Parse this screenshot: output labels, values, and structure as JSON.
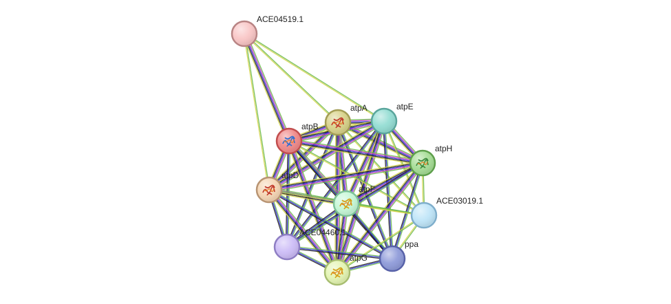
{
  "nodes": [
    {
      "id": "ACE04519.1",
      "label": "ACE04519.1",
      "color": "#f9c6c6",
      "stroke": "#b88484",
      "structure": false
    },
    {
      "id": "atpA",
      "label": "atpA",
      "color": "#d8d28a",
      "stroke": "#a39d55",
      "structure": true
    },
    {
      "id": "atpE",
      "label": "atpE",
      "color": "#94ddd3",
      "stroke": "#5aa59c",
      "structure": false
    },
    {
      "id": "atpB",
      "label": "atpB",
      "color": "#f08a8a",
      "stroke": "#c14e4e",
      "structure": true
    },
    {
      "id": "atpH",
      "label": "atpH",
      "color": "#a6dd96",
      "stroke": "#5e9f4c",
      "structure": true
    },
    {
      "id": "atpD",
      "label": "atpD",
      "color": "#f5d6b5",
      "stroke": "#b89473",
      "structure": true
    },
    {
      "id": "atpF",
      "label": "atpF",
      "color": "#c5f7d6",
      "stroke": "#7cc197",
      "structure": true
    },
    {
      "id": "ACE03019.1",
      "label": "ACE03019.1",
      "color": "#bfe5f8",
      "stroke": "#7faecb",
      "structure": false
    },
    {
      "id": "ACE04460.1",
      "label": "ACE04460.1",
      "color": "#cdbdf7",
      "stroke": "#8e7ec3",
      "structure": false
    },
    {
      "id": "ppa",
      "label": "ppa",
      "color": "#8f9bd9",
      "stroke": "#5862a8",
      "structure": false
    },
    {
      "id": "atpG",
      "label": "atpG",
      "color": "#e4f5b3",
      "stroke": "#a7bd70",
      "structure": true
    }
  ],
  "edges": [
    {
      "source": "ACE04519.1",
      "target": "atpA",
      "colors": [
        "#6dbb4f",
        "#d4d44a"
      ]
    },
    {
      "source": "ACE04519.1",
      "target": "atpE",
      "colors": [
        "#6dbb4f",
        "#d4d44a"
      ]
    },
    {
      "source": "ACE04519.1",
      "target": "atpB",
      "colors": [
        "#6dbb4f",
        "#c53dc5",
        "#2b2bd0",
        "#1e1e1e",
        "#d4d44a"
      ]
    },
    {
      "source": "ACE04519.1",
      "target": "atpD",
      "colors": [
        "#6dbb4f",
        "#d4d44a"
      ]
    },
    {
      "source": "atpA",
      "target": "atpE",
      "colors": [
        "#6dbb4f",
        "#c53dc5",
        "#2b2bd0",
        "#1e1e1e",
        "#d4d44a"
      ]
    },
    {
      "source": "atpA",
      "target": "atpB",
      "colors": [
        "#6dbb4f",
        "#c53dc5",
        "#2b2bd0",
        "#1e1e1e",
        "#d4d44a"
      ]
    },
    {
      "source": "atpA",
      "target": "atpH",
      "colors": [
        "#6dbb4f",
        "#c53dc5",
        "#2b2bd0",
        "#1e1e1e",
        "#d4d44a"
      ]
    },
    {
      "source": "atpA",
      "target": "atpD",
      "colors": [
        "#6dbb4f",
        "#c53dc5",
        "#2b2bd0",
        "#1e1e1e",
        "#d4d44a"
      ]
    },
    {
      "source": "atpA",
      "target": "atpF",
      "colors": [
        "#6dbb4f",
        "#c53dc5",
        "#2b2bd0",
        "#1e1e1e",
        "#d4d44a"
      ]
    },
    {
      "source": "atpA",
      "target": "ACE03019.1",
      "colors": [
        "#6dbb4f",
        "#d4d44a"
      ]
    },
    {
      "source": "atpA",
      "target": "ACE04460.1",
      "colors": [
        "#6dbb4f",
        "#2b2bd0",
        "#1e1e1e"
      ]
    },
    {
      "source": "atpA",
      "target": "ppa",
      "colors": [
        "#6dbb4f",
        "#2b2bd0",
        "#1e1e1e"
      ]
    },
    {
      "source": "atpA",
      "target": "atpG",
      "colors": [
        "#6dbb4f",
        "#c53dc5",
        "#2b2bd0",
        "#1e1e1e",
        "#d4d44a"
      ]
    },
    {
      "source": "atpE",
      "target": "atpB",
      "colors": [
        "#6dbb4f",
        "#c53dc5",
        "#2b2bd0",
        "#1e1e1e",
        "#d4d44a"
      ]
    },
    {
      "source": "atpE",
      "target": "atpH",
      "colors": [
        "#6dbb4f",
        "#c53dc5",
        "#2b2bd0",
        "#1e1e1e",
        "#d4d44a"
      ]
    },
    {
      "source": "atpE",
      "target": "atpD",
      "colors": [
        "#6dbb4f",
        "#c53dc5",
        "#2b2bd0",
        "#1e1e1e",
        "#d4d44a"
      ]
    },
    {
      "source": "atpE",
      "target": "atpF",
      "colors": [
        "#6dbb4f",
        "#c53dc5",
        "#2b2bd0",
        "#1e1e1e",
        "#d4d44a"
      ]
    },
    {
      "source": "atpE",
      "target": "ACE03019.1",
      "colors": [
        "#6dbb4f",
        "#d4d44a"
      ]
    },
    {
      "source": "atpE",
      "target": "ACE04460.1",
      "colors": [
        "#6dbb4f",
        "#2b2bd0",
        "#1e1e1e"
      ]
    },
    {
      "source": "atpE",
      "target": "ppa",
      "colors": [
        "#6dbb4f",
        "#2b2bd0",
        "#1e1e1e"
      ]
    },
    {
      "source": "atpE",
      "target": "atpG",
      "colors": [
        "#6dbb4f",
        "#c53dc5",
        "#2b2bd0",
        "#1e1e1e",
        "#d4d44a"
      ]
    },
    {
      "source": "atpB",
      "target": "atpH",
      "colors": [
        "#6dbb4f",
        "#c53dc5",
        "#2b2bd0",
        "#1e1e1e",
        "#d4d44a"
      ]
    },
    {
      "source": "atpB",
      "target": "atpD",
      "colors": [
        "#6dbb4f",
        "#c53dc5",
        "#2b2bd0",
        "#1e1e1e",
        "#d4d44a"
      ]
    },
    {
      "source": "atpB",
      "target": "atpF",
      "colors": [
        "#6dbb4f",
        "#c53dc5",
        "#2b2bd0",
        "#1e1e1e",
        "#d4d44a"
      ]
    },
    {
      "source": "atpB",
      "target": "ACE03019.1",
      "colors": [
        "#6dbb4f",
        "#d4d44a"
      ]
    },
    {
      "source": "atpB",
      "target": "ACE04460.1",
      "colors": [
        "#6dbb4f",
        "#2b2bd0",
        "#1e1e1e"
      ]
    },
    {
      "source": "atpB",
      "target": "ppa",
      "colors": [
        "#6dbb4f",
        "#2b2bd0",
        "#1e1e1e"
      ]
    },
    {
      "source": "atpB",
      "target": "atpG",
      "colors": [
        "#6dbb4f",
        "#c53dc5",
        "#2b2bd0",
        "#1e1e1e",
        "#d4d44a"
      ]
    },
    {
      "source": "atpH",
      "target": "atpD",
      "colors": [
        "#6dbb4f",
        "#c53dc5",
        "#2b2bd0",
        "#1e1e1e",
        "#d4d44a"
      ]
    },
    {
      "source": "atpH",
      "target": "atpF",
      "colors": [
        "#6dbb4f",
        "#c53dc5",
        "#2b2bd0",
        "#1e1e1e",
        "#d4d44a"
      ]
    },
    {
      "source": "atpH",
      "target": "ACE03019.1",
      "colors": [
        "#6dbb4f",
        "#d4d44a"
      ]
    },
    {
      "source": "atpH",
      "target": "ACE04460.1",
      "colors": [
        "#6dbb4f",
        "#2b2bd0",
        "#1e1e1e"
      ]
    },
    {
      "source": "atpH",
      "target": "ppa",
      "colors": [
        "#6dbb4f",
        "#2b2bd0",
        "#1e1e1e"
      ]
    },
    {
      "source": "atpH",
      "target": "atpG",
      "colors": [
        "#6dbb4f",
        "#c53dc5",
        "#2b2bd0",
        "#1e1e1e",
        "#d4d44a"
      ]
    },
    {
      "source": "atpD",
      "target": "atpF",
      "colors": [
        "#6dbb4f",
        "#c53dc5",
        "#2b2bd0",
        "#1e1e1e",
        "#d4d44a"
      ]
    },
    {
      "source": "atpD",
      "target": "ACE03019.1",
      "colors": [
        "#6dbb4f",
        "#d4d44a"
      ]
    },
    {
      "source": "atpD",
      "target": "ACE04460.1",
      "colors": [
        "#6dbb4f",
        "#2b2bd0",
        "#1e1e1e"
      ]
    },
    {
      "source": "atpD",
      "target": "ppa",
      "colors": [
        "#6dbb4f",
        "#2b2bd0",
        "#1e1e1e"
      ]
    },
    {
      "source": "atpD",
      "target": "atpG",
      "colors": [
        "#6dbb4f",
        "#c53dc5",
        "#2b2bd0",
        "#1e1e1e",
        "#d4d44a"
      ]
    },
    {
      "source": "atpF",
      "target": "ACE03019.1",
      "colors": [
        "#6dbb4f",
        "#d4d44a"
      ]
    },
    {
      "source": "atpF",
      "target": "ACE04460.1",
      "colors": [
        "#6dbb4f",
        "#2b2bd0",
        "#1e1e1e"
      ]
    },
    {
      "source": "atpF",
      "target": "ppa",
      "colors": [
        "#6dbb4f",
        "#2b2bd0",
        "#1e1e1e"
      ]
    },
    {
      "source": "atpF",
      "target": "atpG",
      "colors": [
        "#6dbb4f",
        "#c53dc5",
        "#2b2bd0",
        "#1e1e1e",
        "#d4d44a"
      ]
    },
    {
      "source": "ACE03019.1",
      "target": "ppa",
      "colors": [
        "#6dbb4f",
        "#d4d44a"
      ]
    },
    {
      "source": "ACE03019.1",
      "target": "atpG",
      "colors": [
        "#6dbb4f",
        "#d4d44a"
      ]
    },
    {
      "source": "ACE04460.1",
      "target": "ppa",
      "colors": [
        "#6dbb4f",
        "#2b2bd0",
        "#1e1e1e"
      ]
    },
    {
      "source": "ACE04460.1",
      "target": "atpG",
      "colors": [
        "#6dbb4f",
        "#2b2bd0",
        "#1e1e1e"
      ]
    },
    {
      "source": "ppa",
      "target": "atpG",
      "colors": [
        "#6dbb4f",
        "#2b2bd0",
        "#1e1e1e"
      ]
    }
  ]
}
